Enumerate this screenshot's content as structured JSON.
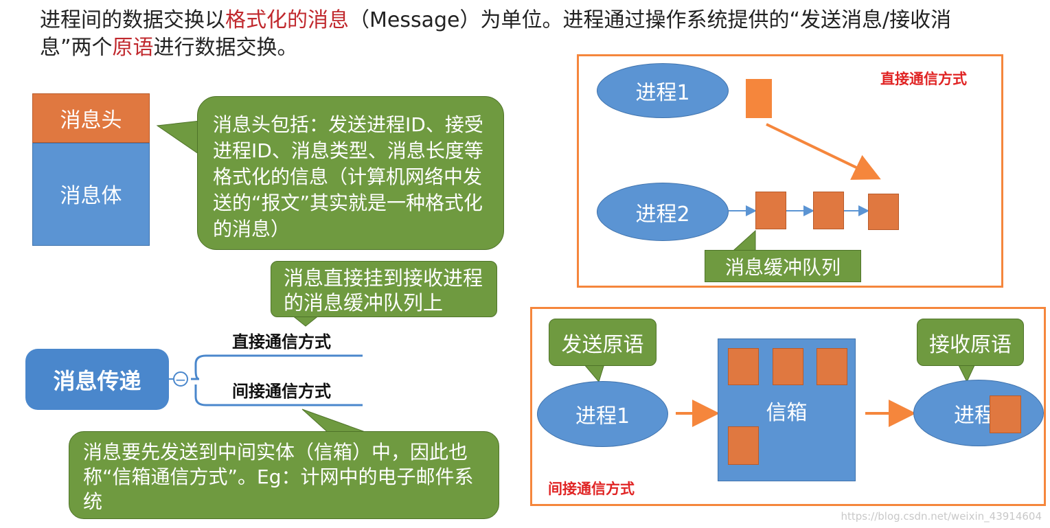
{
  "intro": {
    "part1": "进程间的数据交换以",
    "highlight1": "格式化的消息",
    "part2": "（Message）为单位。进程通过操作系统提供的“发送消息/接收消息”两个",
    "highlight2": "原语",
    "part3": "进行数据交换。"
  },
  "message_structure": {
    "header_label": "消息头",
    "body_label": "消息体"
  },
  "callouts": {
    "header_info": "消息头包括：发送进程ID、接受进程ID、消息类型、消息长度等格式化的信息（计算机网络中发送的“报文”其实就是一种格式化的消息）",
    "direct_info": "消息直接挂到接收进程的消息缓冲队列上",
    "indirect_info": "消息要先发送到中间实体（信箱）中，因此也称“信箱通信方式”。Eg：计网中的电子邮件系统"
  },
  "mindmap": {
    "root": "消息传递",
    "collapse_symbol": "−",
    "branch_direct": "直接通信方式",
    "branch_indirect": "间接通信方式"
  },
  "direct_diagram": {
    "caption": "直接通信方式",
    "process1": "进程1",
    "process2": "进程2",
    "queue_label": "消息缓冲队列"
  },
  "indirect_diagram": {
    "caption": "间接通信方式",
    "send_primitive": "发送原语",
    "receive_primitive": "接收原语",
    "process1": "进程1",
    "process2": "进程2",
    "mailbox": "信箱"
  },
  "watermark": "https://blog.csdn.net/weixin_43914604",
  "colors": {
    "orange": "#e07840",
    "blue": "#5b94d3",
    "green": "#6f9a40",
    "frame": "#f5863c",
    "caption_red": "#e02424"
  }
}
